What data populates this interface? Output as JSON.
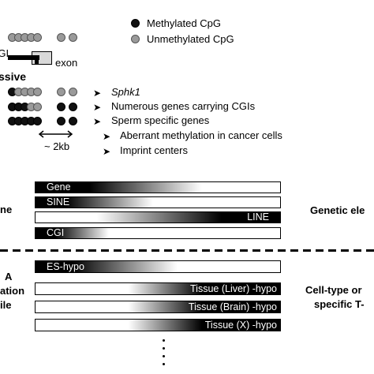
{
  "legend": {
    "methylated": "Methylated CpG",
    "unmethylated": "Unmethylated CpG",
    "methylated_color": "#111111",
    "unmethylated_color": "#9a9a9a"
  },
  "schematic": {
    "cgi_label": "CGI",
    "exon_label": "exon",
    "section_label": "ssive",
    "scale_label": "~ 2kb"
  },
  "gene_list": [
    {
      "text": "Sphk1",
      "italic": true,
      "level": 1
    },
    {
      "text": "Numerous genes carrying CGIs",
      "italic": false,
      "level": 1
    },
    {
      "text": "Sperm specific genes",
      "italic": false,
      "level": 1
    },
    {
      "text": "Aberrant methylation in cancer cells",
      "italic": false,
      "level": 2
    },
    {
      "text": "Imprint centers",
      "italic": false,
      "level": 2
    }
  ],
  "genetic_section": {
    "left_label": "ne",
    "right_label": "Genetic ele",
    "bars": [
      {
        "label": "Gene",
        "gradient": "dark-left"
      },
      {
        "label": "SINE",
        "gradient": "dark-left"
      },
      {
        "label": "LINE",
        "gradient": "dark-right"
      },
      {
        "label": "CGI",
        "gradient": "dark-left-short"
      }
    ]
  },
  "celltype_section": {
    "left_label_lines": [
      "A",
      "ation",
      "ile"
    ],
    "right_label_lines": [
      "Cell-type or",
      "specific T-"
    ],
    "bars": [
      {
        "label": "ES-hypo",
        "gradient": "dark-left"
      },
      {
        "label": "Tissue (Liver) -hypo",
        "gradient": "dark-right"
      },
      {
        "label": "Tissue (Brain) -hypo",
        "gradient": "dark-right"
      },
      {
        "label": "Tissue (X) -hypo",
        "gradient": "dark-right"
      }
    ]
  }
}
